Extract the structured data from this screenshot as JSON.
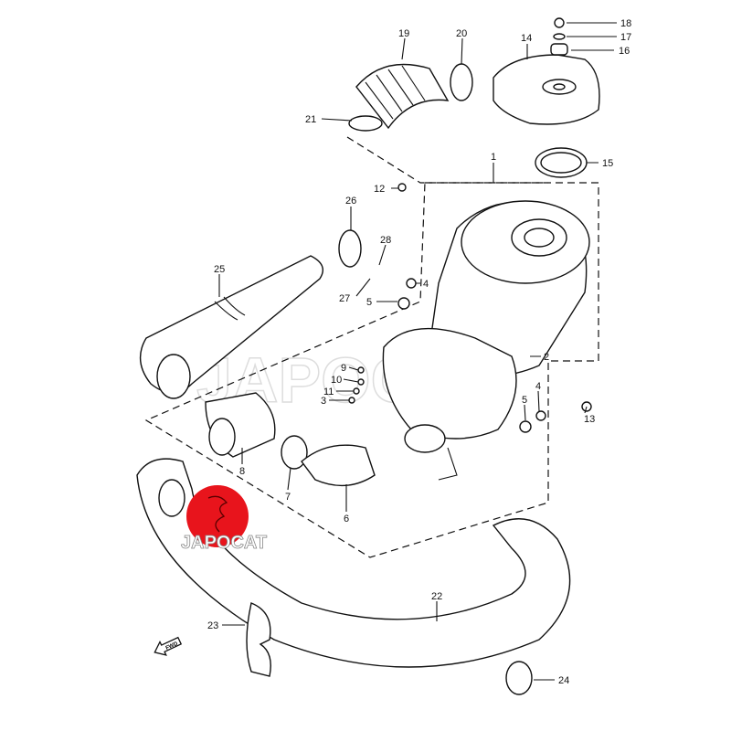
{
  "diagram": {
    "callouts": {
      "c1": "1",
      "c2": "2",
      "c3": "3",
      "c4a": "4",
      "c4b": "4",
      "c5a": "5",
      "c5b": "5",
      "c6": "6",
      "c7": "7",
      "c8": "8",
      "c9": "9",
      "c10": "10",
      "c11": "11",
      "c12": "12",
      "c13": "13",
      "c14": "14",
      "c15": "15",
      "c16": "16",
      "c17": "17",
      "c18": "18",
      "c19": "19",
      "c20": "20",
      "c21": "21",
      "c22": "22",
      "c23": "23",
      "c24": "24",
      "c25": "25",
      "c26": "26",
      "c27": "27",
      "c28": "28"
    },
    "fwd_arrow_label": "FWD",
    "watermark": "JAPOCAT",
    "logo_text": "JAPOCAT",
    "logo_color": "#e8141c"
  }
}
